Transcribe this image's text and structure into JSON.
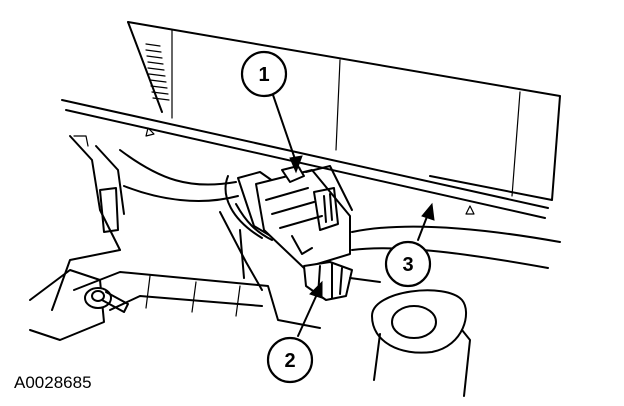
{
  "diagram": {
    "callouts": [
      {
        "label": "1"
      },
      {
        "label": "2"
      },
      {
        "label": "3"
      }
    ],
    "figure_id": "A0028685"
  },
  "colors": {
    "ink": "#000000",
    "paper": "#ffffff"
  }
}
